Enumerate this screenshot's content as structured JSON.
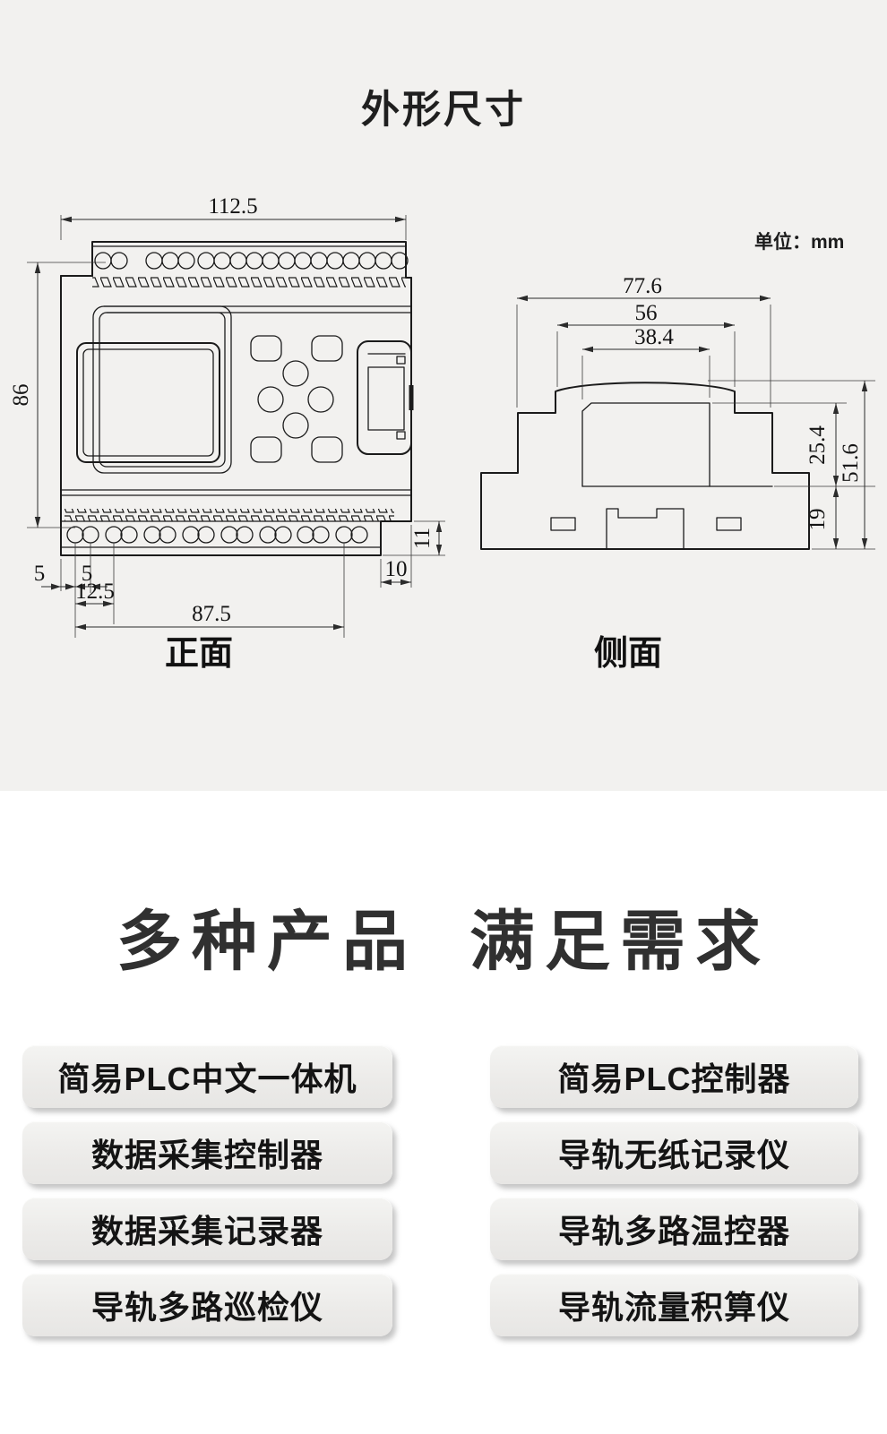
{
  "section_dimensions": {
    "title": "外形尺寸",
    "unit_note": "单位：mm",
    "front_view": {
      "label": "正面",
      "dims": {
        "overall_width": "112.5",
        "overall_height": "86",
        "left_margin": "5",
        "pin_half_pitch": "5",
        "pin_pitch": "12.5",
        "pin_span": "87.5",
        "notch_width": "10",
        "notch_height": "11"
      }
    },
    "side_view": {
      "label": "侧面",
      "dims": {
        "overall_width": "77.6",
        "mid_width": "56",
        "top_width": "38.4",
        "upper_height": "25.4",
        "total_height": "51.6",
        "lower_height": "19"
      }
    }
  },
  "section_products": {
    "heading_left": "多种产品",
    "heading_right": "满足需求",
    "columns": [
      {
        "items": [
          "简易PLC中文一体机",
          "数据采集控制器",
          "数据采集记录器",
          "导轨多路巡检仪"
        ]
      },
      {
        "items": [
          "简易PLC控制器",
          "导轨无纸记录仪",
          "导轨多路温控器",
          "导轨流量积算仪"
        ]
      }
    ]
  },
  "colors": {
    "section_bg": "#f2f1ef",
    "page_bg": "#ffffff",
    "line": "#1b1b1b",
    "heading": "#303030",
    "button_bg": "#ededeb"
  }
}
